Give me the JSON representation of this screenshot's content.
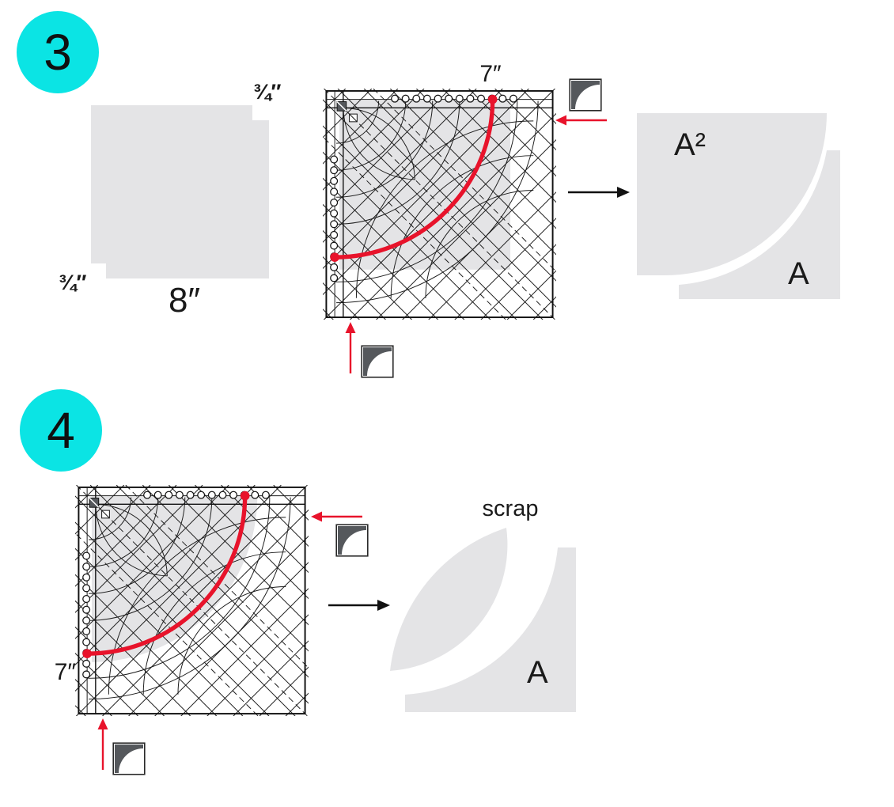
{
  "colors": {
    "accent_cyan": "#0be4e4",
    "accent_red": "#e8132b",
    "piece_gray": "#e4e4e6",
    "template_dark": "#55585c"
  },
  "steps": {
    "step3": {
      "badge": "3",
      "square_size_label": "8″",
      "notch_top_label": "¾″",
      "notch_bottom_label": "¾″",
      "curve_measure_label": "7″",
      "piece_labels": {
        "upper": "A²",
        "corner": "A"
      }
    },
    "step4": {
      "badge": "4",
      "curve_measure_label": "7″",
      "scrap_label": "scrap",
      "piece_labels": {
        "corner": "A"
      }
    }
  },
  "icons": {
    "quarter_circle_template": "quarter-circle-template-icon",
    "red_alignment_arrow": "red-arrow-icon",
    "black_result_arrow": "right-arrow-icon",
    "cut_line": "red-cut-curve"
  }
}
